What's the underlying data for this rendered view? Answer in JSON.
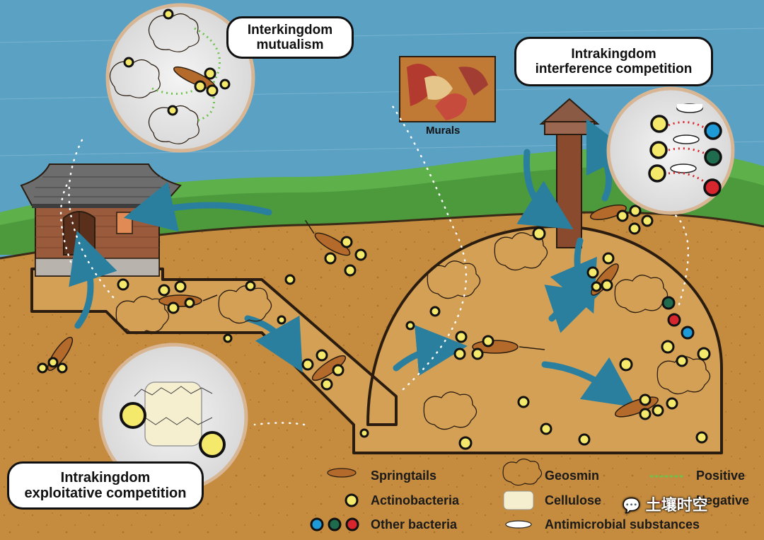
{
  "labels": {
    "interkingdom_title_line1": "Interkingdom",
    "interkingdom_title_line2": "mutualism",
    "interference_title_line1": "Intrakingdom",
    "interference_title_line2": "interference competition",
    "exploitative_title_line1": "Intrakingdom",
    "exploitative_title_line2": "exploitative competition",
    "murals": "Murals"
  },
  "legend": {
    "springtails": "Springtails",
    "actinobacteria": "Actinobacteria",
    "other_bacteria": "Other bacteria",
    "geosmin": "Geosmin",
    "cellulose": "Cellulose",
    "antimicrobial": "Antimicrobial substances",
    "positive": "Positive",
    "negative": "Negative"
  },
  "watermark": "土壤时空",
  "colors": {
    "sky": "#5aa1c4",
    "soil": "#c58b3e",
    "tunnel": "#d4a055",
    "grass": "#5db04a",
    "actinobacteria": "#f5e96b",
    "other_blue": "#1e9ad6",
    "other_green": "#1f6b4e",
    "other_red": "#d7262e",
    "arrow": "#2b7f9e",
    "positive_line": "#6fc24a",
    "negative_line": "#d7262e"
  }
}
